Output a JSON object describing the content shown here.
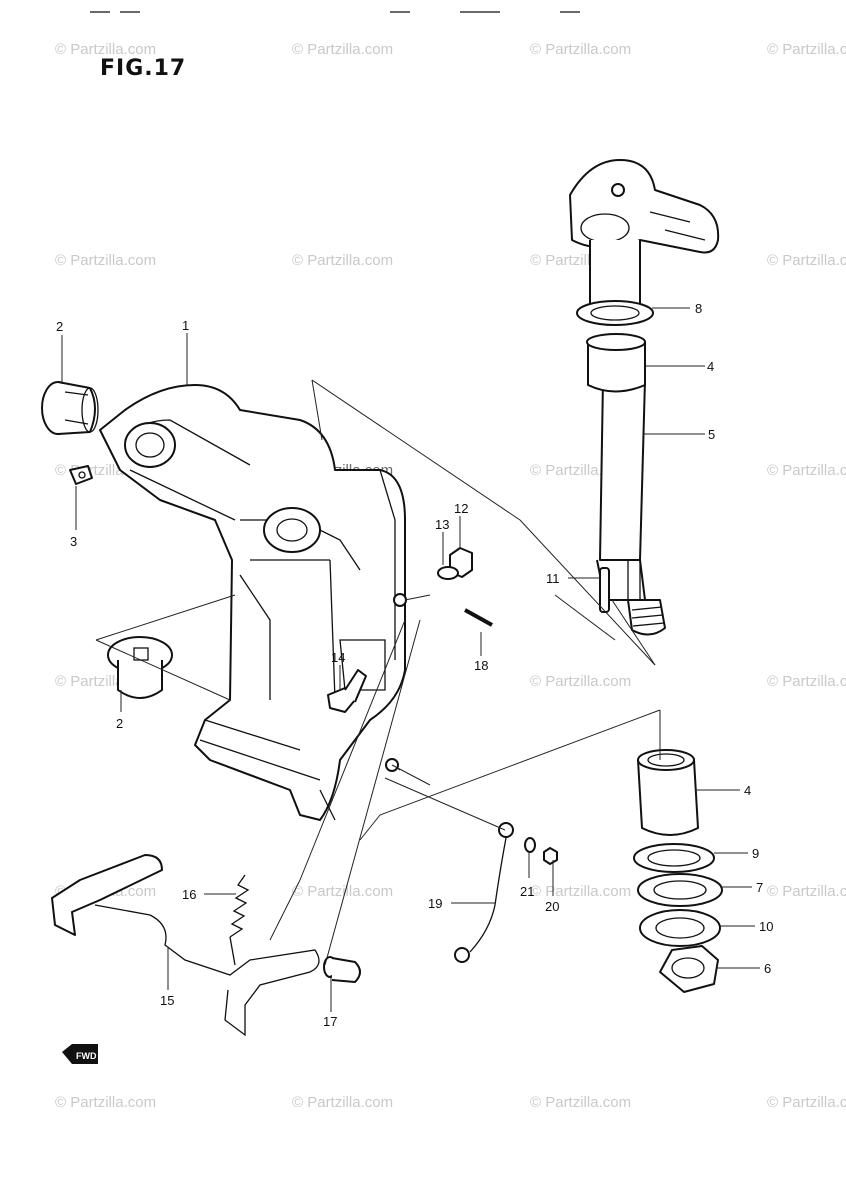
{
  "title": "FIG.17",
  "watermark": "© Partzilla.com",
  "fwd_label": "FWD",
  "callouts": [
    {
      "id": "c-1",
      "label": "1"
    },
    {
      "id": "c-2a",
      "label": "2"
    },
    {
      "id": "c-3",
      "label": "3"
    },
    {
      "id": "c-2b",
      "label": "2"
    },
    {
      "id": "c-8",
      "label": "8"
    },
    {
      "id": "c-4a",
      "label": "4"
    },
    {
      "id": "c-5",
      "label": "5"
    },
    {
      "id": "c-12",
      "label": "12"
    },
    {
      "id": "c-13",
      "label": "13"
    },
    {
      "id": "c-11",
      "label": "11"
    },
    {
      "id": "c-18",
      "label": "18"
    },
    {
      "id": "c-14",
      "label": "14"
    },
    {
      "id": "c-4b",
      "label": "4"
    },
    {
      "id": "c-9",
      "label": "9"
    },
    {
      "id": "c-7",
      "label": "7"
    },
    {
      "id": "c-10",
      "label": "10"
    },
    {
      "id": "c-6",
      "label": "6"
    },
    {
      "id": "c-16",
      "label": "16"
    },
    {
      "id": "c-15",
      "label": "15"
    },
    {
      "id": "c-17",
      "label": "17"
    },
    {
      "id": "c-19",
      "label": "19"
    },
    {
      "id": "c-21",
      "label": "21"
    },
    {
      "id": "c-20",
      "label": "20"
    }
  ]
}
